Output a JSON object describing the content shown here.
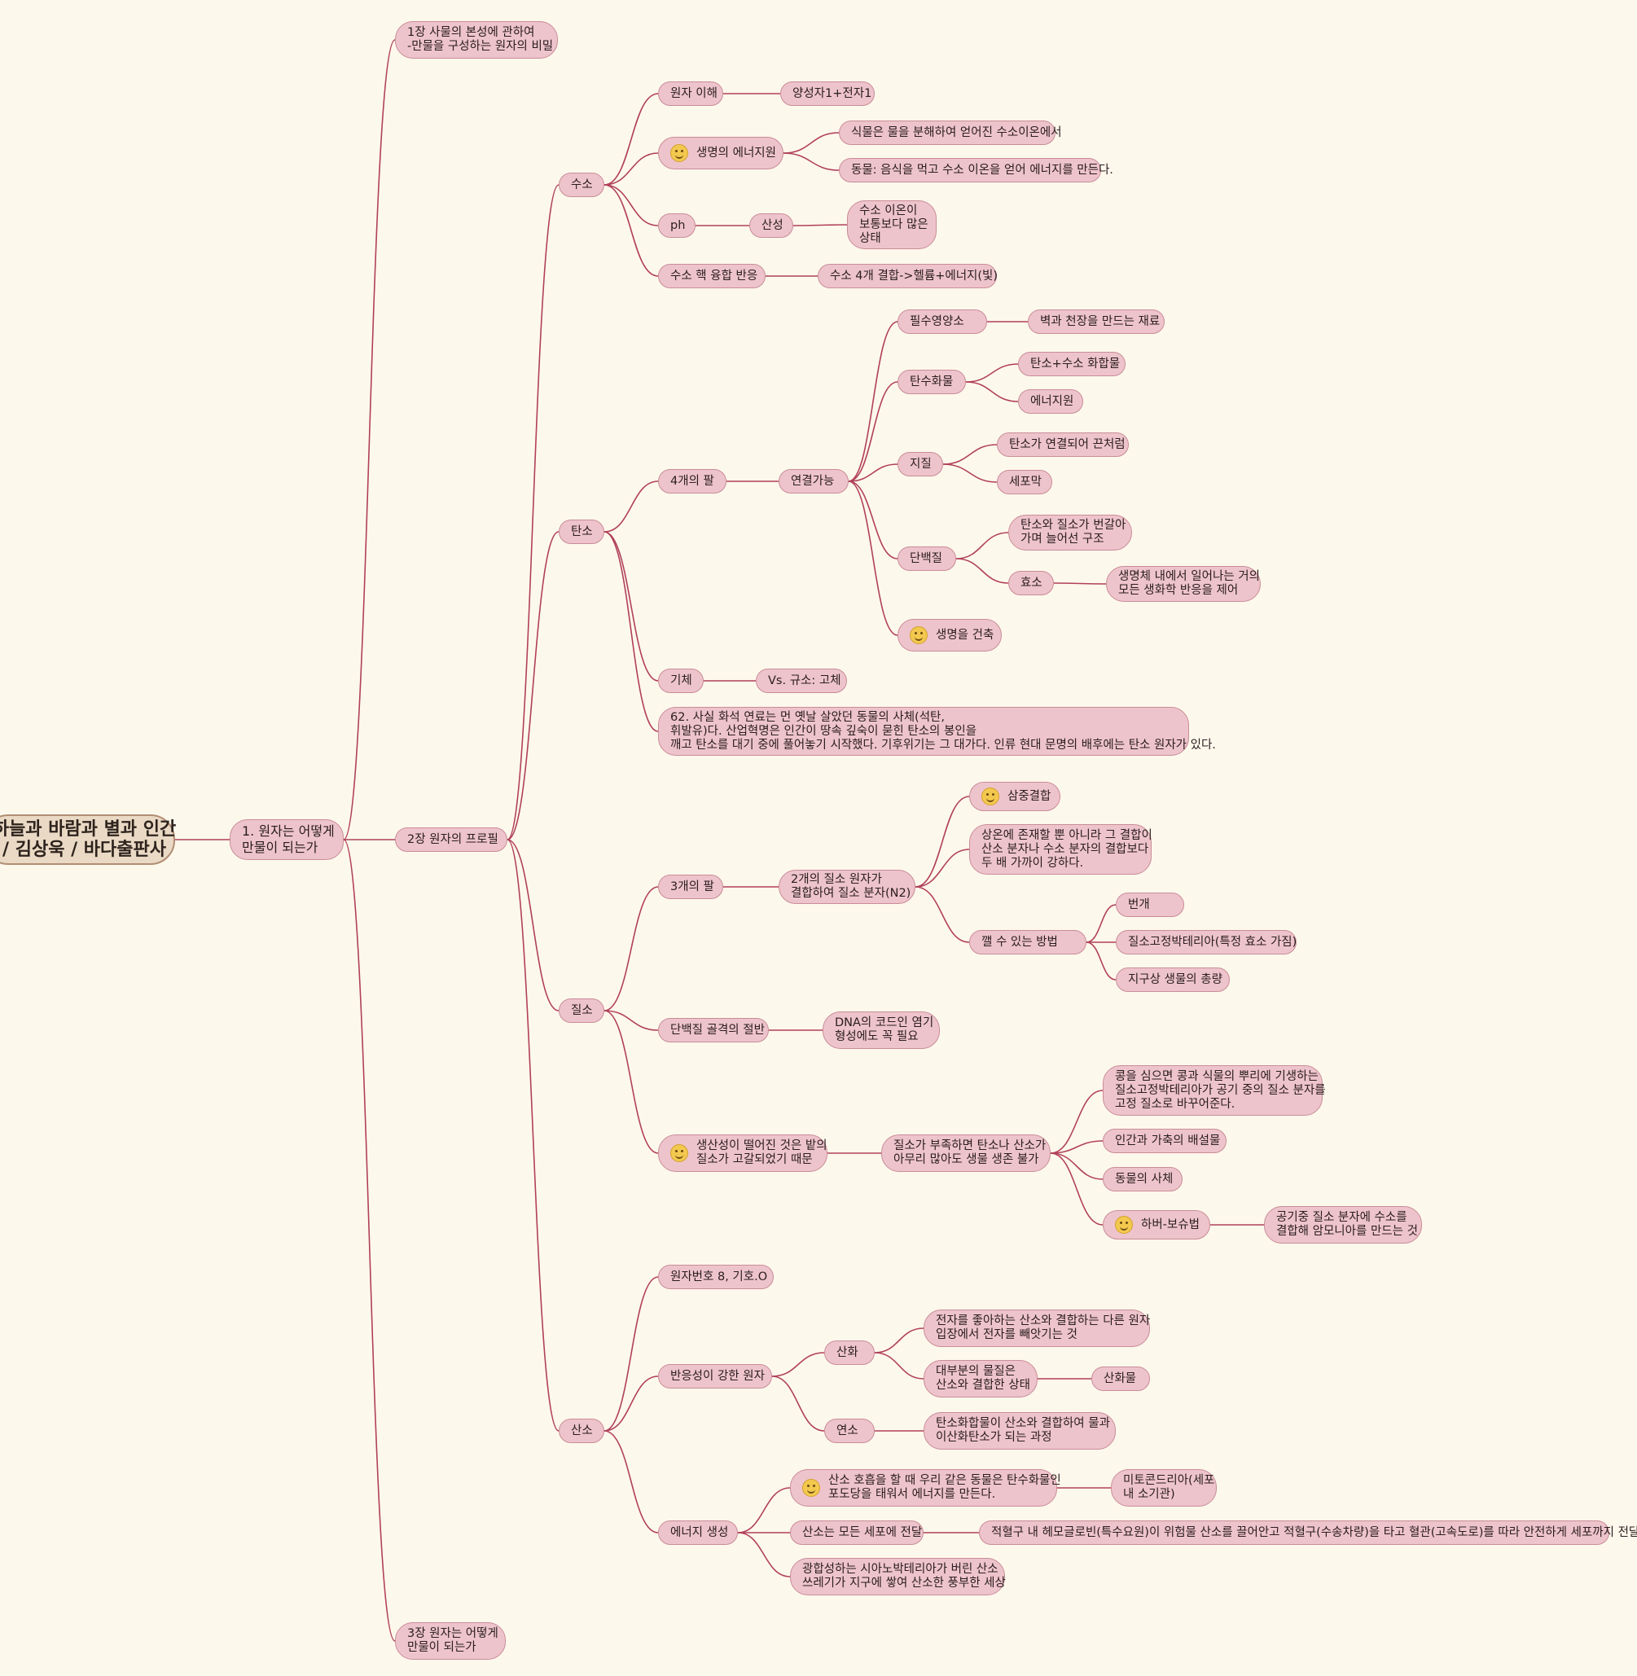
{
  "root": {
    "title": "하늘과 바람과 별과 인간\n/ 김상욱 / 바다출판사",
    "children": [
      {
        "label": "1. 원자는 어떻게\n만물이 되는가",
        "children": [
          {
            "label": "1장 사물의 본성에 관하여\n-만물을 구성하는 원자의 비밀",
            "children": []
          },
          {
            "label": "2장 원자의 프로필",
            "children": [
              {
                "label": "수소",
                "children": [
                  {
                    "label": "원자 이해",
                    "children": [
                      {
                        "label": "양성자1+전자1",
                        "children": []
                      }
                    ]
                  },
                  {
                    "label": "생명의 에너지원",
                    "icon": "smiley-icon",
                    "children": [
                      {
                        "label": "식물은 물을 분해하여 얻어진 수소이온에서",
                        "children": []
                      },
                      {
                        "label": "동물: 음식을 먹고 수소 이온을 얻어 에너지를 만든다.",
                        "children": []
                      }
                    ]
                  },
                  {
                    "label": "ph",
                    "children": [
                      {
                        "label": "산성",
                        "children": [
                          {
                            "label": "수소 이온이\n보통보다 많은\n상태",
                            "children": []
                          }
                        ]
                      }
                    ]
                  },
                  {
                    "label": "수소 핵 융합 반응",
                    "children": [
                      {
                        "label": "수소 4개 결합->헬륨+에너지(빛)",
                        "children": []
                      }
                    ]
                  }
                ]
              },
              {
                "label": "탄소",
                "children": [
                  {
                    "label": "4개의 팔",
                    "children": [
                      {
                        "label": "연결가능",
                        "children": [
                          {
                            "label": "필수영양소",
                            "children": [
                              {
                                "label": "벽과 천장을 만드는 재료",
                                "children": []
                              }
                            ]
                          },
                          {
                            "label": "탄수화물",
                            "children": [
                              {
                                "label": "탄소+수소 화합물",
                                "children": []
                              },
                              {
                                "label": "에너지원",
                                "children": []
                              }
                            ]
                          },
                          {
                            "label": "지질",
                            "children": [
                              {
                                "label": "탄소가 연결되어 끈처럼",
                                "children": []
                              },
                              {
                                "label": "세포막",
                                "children": []
                              }
                            ]
                          },
                          {
                            "label": "단백질",
                            "children": [
                              {
                                "label": "탄소와 질소가 번갈아\n가며 늘어선 구조",
                                "children": []
                              },
                              {
                                "label": "효소",
                                "children": [
                                  {
                                    "label": "생명체 내에서 일어나는 거의\n모든 생화학 반응을 제어",
                                    "children": []
                                  }
                                ]
                              }
                            ]
                          },
                          {
                            "label": "생명을 건축",
                            "icon": "smiley-icon",
                            "children": []
                          }
                        ]
                      }
                    ]
                  },
                  {
                    "label": "기체",
                    "children": [
                      {
                        "label": "Vs. 규소: 고체",
                        "children": []
                      }
                    ]
                  },
                  {
                    "label": "62. 사실 화석 연료는 먼 옛날 살았던 동물의 사체(석탄,\n휘발유)다. 산업혁명은 인간이 땅속 깊숙이 묻힌 탄소의 봉인을\n깨고 탄소를 대기 중에 풀어놓기 시작했다. 기후위기는 그 대가다. 인류 현대 문명의 배후에는 탄소 원자가 있다.",
                    "children": []
                  }
                ]
              },
              {
                "label": "질소",
                "children": [
                  {
                    "label": "3개의 팔",
                    "children": [
                      {
                        "label": "2개의 질소 원자가\n결합하여 질소 분자(N2)",
                        "children": [
                          {
                            "label": "삼중결합",
                            "icon": "smiley-icon",
                            "children": []
                          },
                          {
                            "label": "상온에 존재할 뿐 아니라 그 결합이\n산소 분자나 수소 분자의 결합보다\n두 배 가까이 강하다.",
                            "children": []
                          },
                          {
                            "label": "깰 수 있는 방법",
                            "children": [
                              {
                                "label": "번개",
                                "children": []
                              },
                              {
                                "label": "질소고정박테리아(특정 효소 가짐)",
                                "children": []
                              },
                              {
                                "label": "지구상 생물의 총량",
                                "children": []
                              }
                            ]
                          }
                        ]
                      }
                    ]
                  },
                  {
                    "label": "단백질 골격의 절반",
                    "children": [
                      {
                        "label": "DNA의 코드인 염기\n형성에도 꼭 필요",
                        "children": []
                      }
                    ]
                  },
                  {
                    "label": "생산성이 떨어진 것은 밭의\n질소가 고갈되었기 때문",
                    "icon": "smiley-icon",
                    "children": [
                      {
                        "label": "질소가 부족하면 탄소나 산소가\n아무리 많아도 생물 생존 불가",
                        "children": [
                          {
                            "label": "콩을 심으면 콩과 식물의 뿌리에 기생하는\n질소고정박테리아가 공기 중의 질소 분자를\n고정 질소로 바꾸어준다.",
                            "children": []
                          },
                          {
                            "label": "인간과 가축의 배설물",
                            "children": []
                          },
                          {
                            "label": "동물의 사체",
                            "children": []
                          },
                          {
                            "label": "하버-보슈법",
                            "icon": "smiley-icon",
                            "children": [
                              {
                                "label": "공기중 질소 분자에 수소를\n결합해 암모니아를 만드는 것",
                                "children": []
                              }
                            ]
                          }
                        ]
                      }
                    ]
                  }
                ]
              },
              {
                "label": "산소",
                "children": [
                  {
                    "label": "원자번호 8, 기호.O",
                    "children": []
                  },
                  {
                    "label": "반응성이 강한 원자",
                    "children": [
                      {
                        "label": "산화",
                        "children": [
                          {
                            "label": "전자를 좋아하는 산소와 결합하는 다른 원자\n입장에서 전자를 빼앗기는 것",
                            "children": []
                          },
                          {
                            "label": "대부분의 물질은\n산소와 결합한 상태",
                            "children": [
                              {
                                "label": "산화물",
                                "children": []
                              }
                            ]
                          }
                        ]
                      },
                      {
                        "label": "연소",
                        "children": [
                          {
                            "label": "탄소화합물이 산소와 결합하여 물과\n이산화탄소가 되는 과정",
                            "children": []
                          }
                        ]
                      }
                    ]
                  },
                  {
                    "label": "에너지 생성",
                    "children": [
                      {
                        "label": "산소 호흡을 할 때 우리 같은 동물은 탄수화물인\n포도당을 태워서 에너지를 만든다.",
                        "icon": "smiley-icon",
                        "children": [
                          {
                            "label": "미토콘드리아(세포\n내 소기관)",
                            "children": []
                          }
                        ]
                      },
                      {
                        "label": "산소는 모든 세포에 전달",
                        "children": [
                          {
                            "label": "적혈구 내 헤모글로빈(특수요원)이 위험물 산소를 끌어안고 적혈구(수송차량)을 타고 혈관(고속도로)를 따라 안전하게 세포까지 전달",
                            "children": []
                          }
                        ]
                      },
                      {
                        "label": "광합성하는 시아노박테리아가 버린 산소\n쓰레기가 지구에 쌓여 산소한 풍부한 세상",
                        "children": []
                      }
                    ]
                  }
                ]
              }
            ]
          },
          {
            "label": "3장 원자는 어떻게\n만물이 되는가",
            "children": []
          }
        ]
      }
    ]
  },
  "colors": {
    "background": "#fdf8ec",
    "node_fill": "#eec4cc",
    "node_border": "#c98c98",
    "root_fill": "#ead9c4",
    "edge": "#b0405a"
  }
}
